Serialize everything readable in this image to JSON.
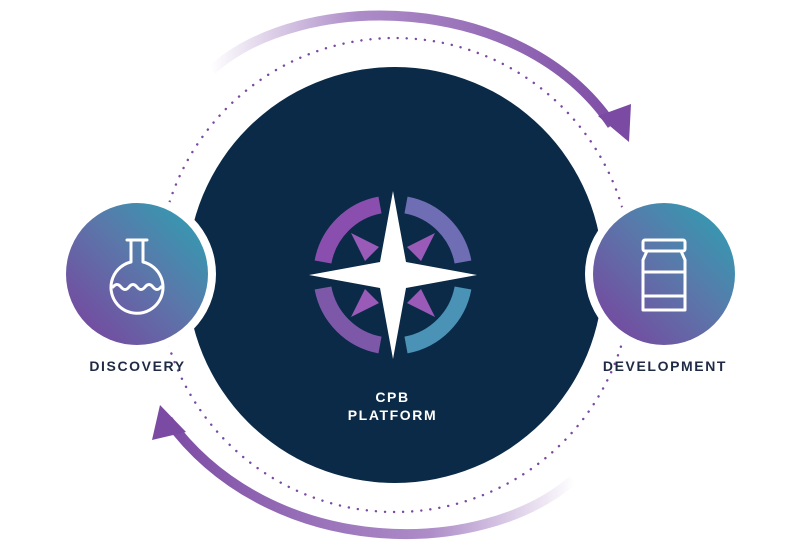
{
  "diagram": {
    "center": {
      "line1": "CPB",
      "line2": "PLATFORM"
    },
    "left_node": {
      "label": "DISCOVERY",
      "icon": "flask-icon"
    },
    "right_node": {
      "label": "DEVELOPMENT",
      "icon": "vial-icon"
    },
    "center_icon": "compass-icon",
    "colors": {
      "navy": "#0a2a47",
      "purple": "#7b4aa3",
      "teal": "#2b9fb0",
      "label_text": "#1f2a44",
      "center_text": "#ffffff"
    }
  }
}
